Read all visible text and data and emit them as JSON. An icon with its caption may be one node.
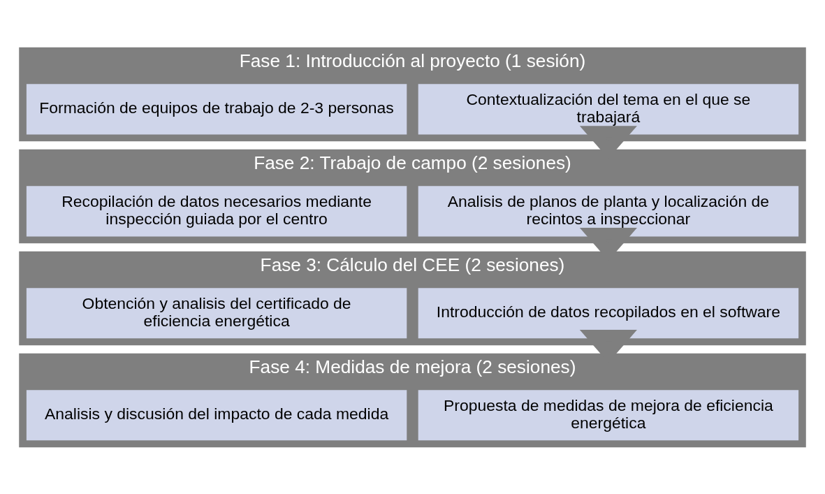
{
  "diagram": {
    "nodes": [
      {
        "text": [
          "Fase 1: Introducción al proyecto (1 sesión)"
        ]
      },
      {
        "text": [
          "Contextualización del tema en el que se trabajará"
        ],
        "in": 0
      },
      {
        "text": [
          "Formación de equipos de trabajo de 2-3 personas"
        ],
        "in": 0
      },
      {
        "text": [
          "Fase 2: Trabajo de campo (2 sesiones)"
        ]
      },
      {
        "text": [
          "Analisis de planos de planta y localización de recintos a inspeccionar"
        ],
        "in": 3
      },
      {
        "text": [
          "Recopilación de datos necesarios mediante inspección guiada por el centro"
        ],
        "in": 3
      },
      {
        "text": [
          "Fase 3: Cálculo del CEE (2 sesiones)"
        ]
      },
      {
        "text": [
          "Introducción de datos recopilados en el software"
        ],
        "in": 6
      },
      {
        "text": [
          "Obtención y analisis del certificado de eficiencia energética"
        ],
        "in": 6
      },
      {
        "text": [
          "Fase 4: Medidas de mejora (2 sesiones)"
        ]
      },
      {
        "text": [
          "Propuesta de medidas de mejora de eficiencia energética"
        ],
        "in": 9
      },
      {
        "text": [
          "Analisis y discusión del impacto de cada medida"
        ],
        "in": 9
      }
    ],
    "edges": [
      {
        "from": 0,
        "to": 3,
        "arrow": "to",
        "style": "thick"
      },
      {
        "from": 3,
        "to": 6,
        "arrow": "to",
        "style": "thick"
      },
      {
        "from": 6,
        "to": 9,
        "arrow": "to",
        "style": "thick"
      }
    ]
  }
}
